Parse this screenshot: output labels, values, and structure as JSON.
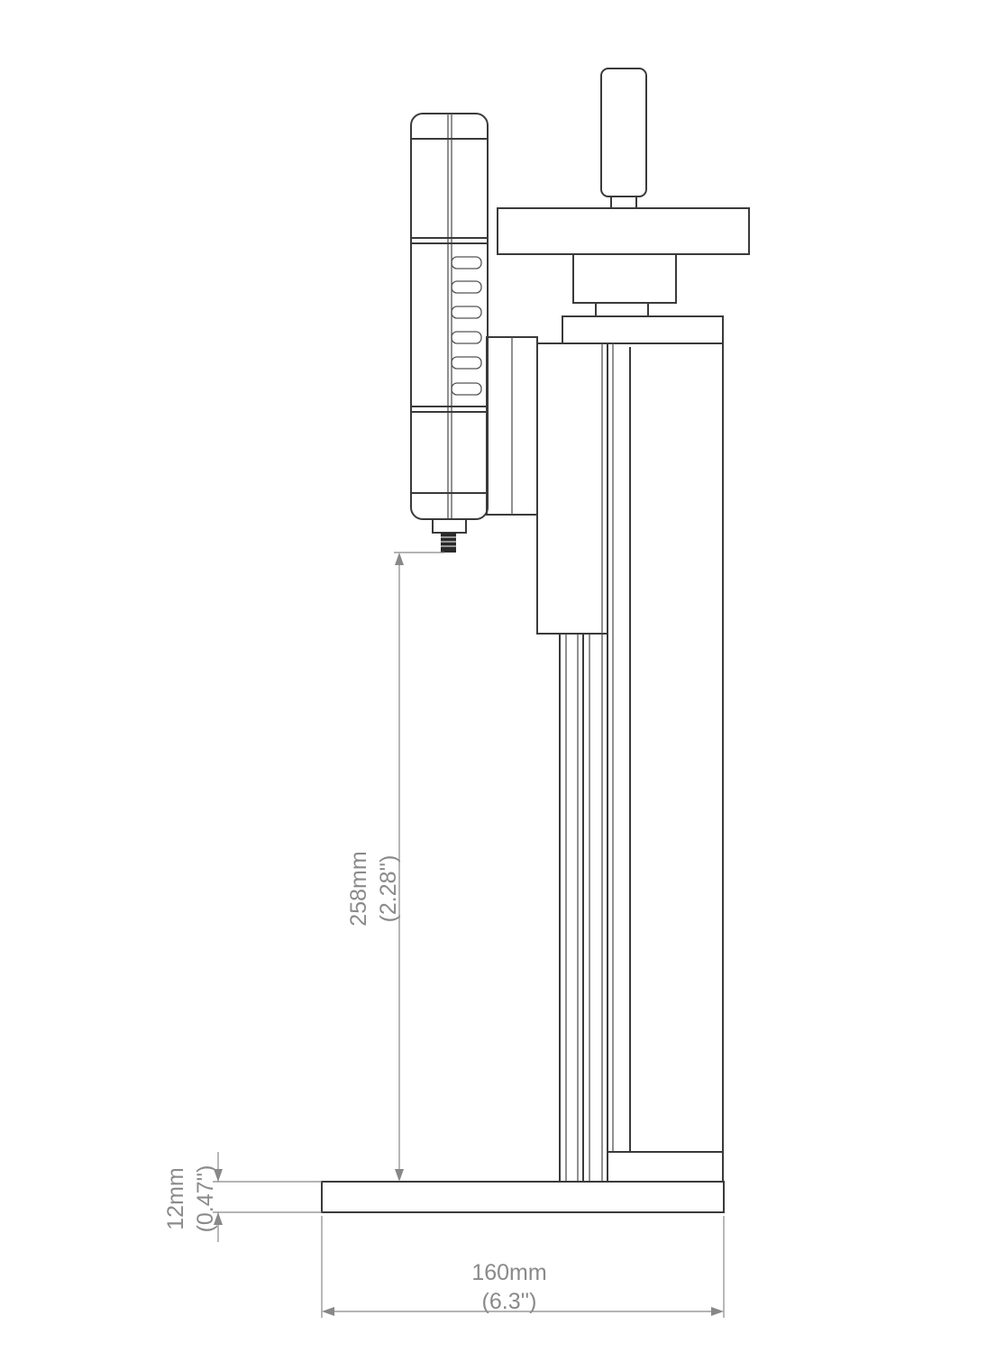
{
  "dimensions": {
    "height_clearance": {
      "metric": "258mm",
      "imperial": "(2.28'')"
    },
    "base_thickness": {
      "metric": "12mm",
      "imperial": "(0.47'')"
    },
    "base_width": {
      "metric": "160mm",
      "imperial": "(6.3'')"
    }
  },
  "colors": {
    "line": "#3a3a3a",
    "dimension": "#888888",
    "background": "#ffffff"
  }
}
